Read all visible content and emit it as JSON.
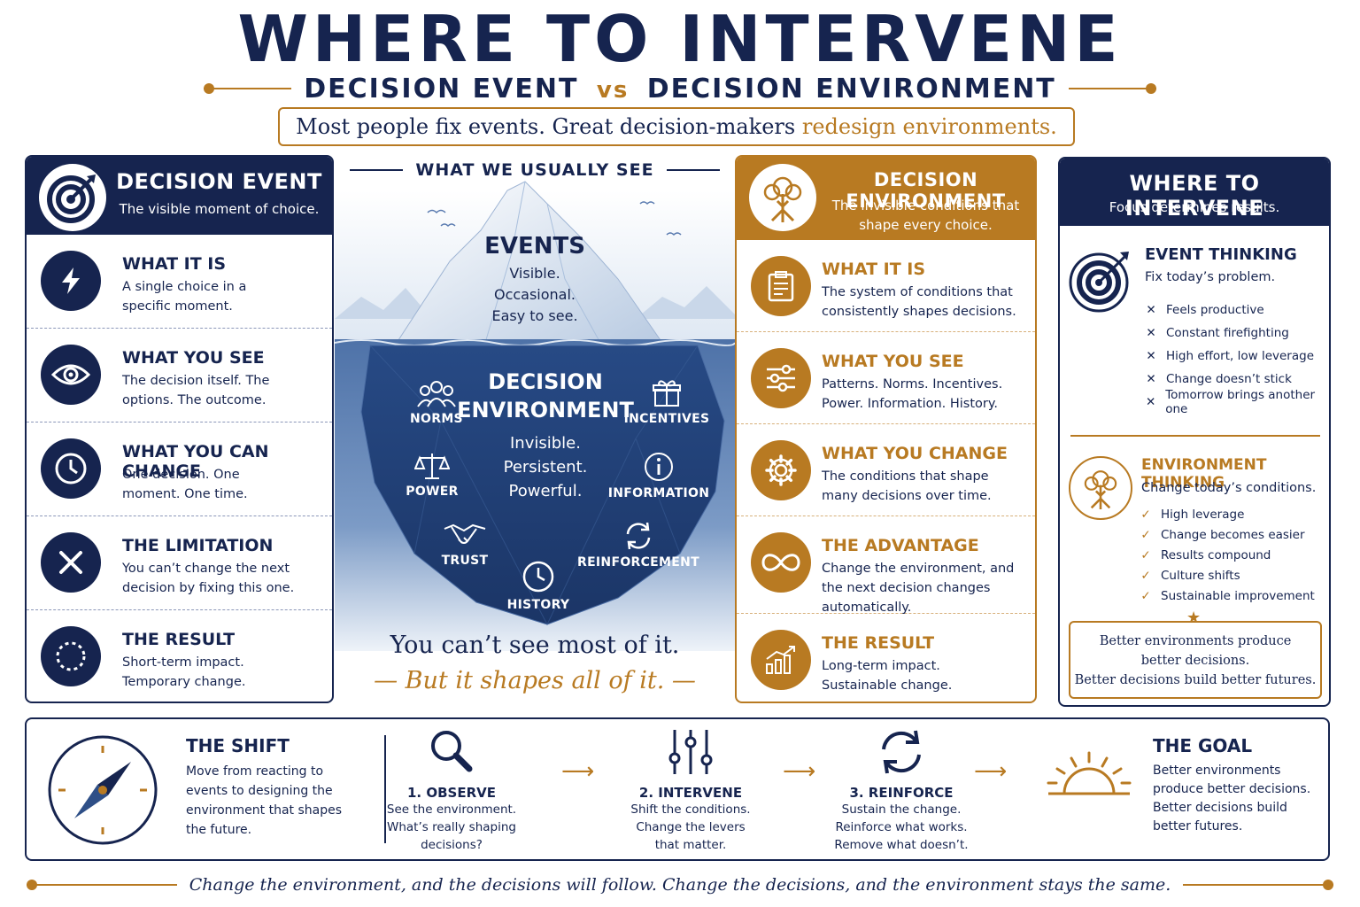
{
  "header": {
    "title": "WHERE TO INTERVENE",
    "subtitle_left": "DECISION EVENT",
    "subtitle_vs": "vs",
    "subtitle_right": "DECISION ENVIRONMENT",
    "tagline_main": "Most people fix events. Great decision-makers ",
    "tagline_accent": "redesign environments."
  },
  "colors": {
    "navy": "#16244f",
    "gold": "#b87a22",
    "deep_water": "#2e4f87"
  },
  "event_panel": {
    "icon": "target-icon",
    "title": "DECISION EVENT",
    "subtitle": "The visible moment of choice.",
    "rows": [
      {
        "icon": "lightning-icon",
        "title": "WHAT IT IS",
        "text": "A single choice in a specific moment."
      },
      {
        "icon": "eye-icon",
        "title": "WHAT YOU SEE",
        "text": "The decision itself. The options. The outcome."
      },
      {
        "icon": "clock-icon",
        "title": "WHAT YOU CAN CHANGE",
        "text": "One decision. One moment. One time."
      },
      {
        "icon": "x-icon",
        "title": "THE LIMITATION",
        "text": "You can’t change the next decision by fixing this one."
      },
      {
        "icon": "dotted-circle-icon",
        "title": "THE RESULT",
        "text": "Short-term impact. Temporary change."
      }
    ]
  },
  "iceberg": {
    "heading": "WHAT WE USUALLY SEE",
    "events_title": "EVENTS",
    "events_lines": [
      "Visible.",
      "Occasional.",
      "Easy to see."
    ],
    "env_title_1": "DECISION",
    "env_title_2": "ENVIRONMENT",
    "env_lines": [
      "Invisible.",
      "Persistent.",
      "Powerful."
    ],
    "levers": [
      {
        "icon": "people-icon",
        "label": "NORMS"
      },
      {
        "icon": "gift-icon",
        "label": "INCENTIVES"
      },
      {
        "icon": "scales-icon",
        "label": "POWER"
      },
      {
        "icon": "info-icon",
        "label": "INFORMATION"
      },
      {
        "icon": "handshake-icon",
        "label": "TRUST"
      },
      {
        "icon": "cycle-icon",
        "label": "REINFORCEMENT"
      },
      {
        "icon": "clock-icon",
        "label": "HISTORY"
      }
    ],
    "caption_1": "You can’t see most of it.",
    "caption_2": "— But it shapes all of it. —"
  },
  "env_panel": {
    "icon": "tree-icon",
    "title": "DECISION ENVIRONMENT",
    "subtitle": "The invisible conditions that shape every choice.",
    "rows": [
      {
        "icon": "clipboard-icon",
        "title": "WHAT IT IS",
        "text": "The system of conditions that consistently shapes decisions."
      },
      {
        "icon": "sliders-icon",
        "title": "WHAT YOU SEE",
        "text": "Patterns. Norms. Incentives. Power. Information. History."
      },
      {
        "icon": "gear-icon",
        "title": "WHAT YOU CHANGE",
        "text": "The conditions that shape many decisions over time."
      },
      {
        "icon": "infinity-icon",
        "title": "THE ADVANTAGE",
        "text": "Change the environment, and the next decision changes automatically."
      },
      {
        "icon": "growth-chart-icon",
        "title": "THE RESULT",
        "text": "Long-term impact. Sustainable change."
      }
    ]
  },
  "where_panel": {
    "title": "WHERE TO INTERVENE",
    "subtitle": "Focus determines results.",
    "event_thinking": {
      "icon": "target-icon",
      "title": "EVENT THINKING",
      "subtitle": "Fix today’s problem.",
      "items": [
        "Feels productive",
        "Constant firefighting",
        "High effort, low leverage",
        "Change doesn’t stick",
        "Tomorrow brings another one"
      ]
    },
    "env_thinking": {
      "icon": "tree-icon",
      "title": "ENVIRONMENT THINKING",
      "subtitle": "Change today’s conditions.",
      "items": [
        "High leverage",
        "Change becomes easier",
        "Results compound",
        "Culture shifts",
        "Sustainable improvement"
      ]
    },
    "quote": [
      "Better environments produce",
      "better decisions.",
      "Better decisions build better futures."
    ]
  },
  "shift": {
    "icon": "compass-icon",
    "title": "THE SHIFT",
    "text": "Move from reacting to events to designing the environment that shapes the future.",
    "steps": [
      {
        "icon": "magnifier-icon",
        "title": "1. OBSERVE",
        "lines": [
          "See the environment.",
          "What’s really shaping",
          "decisions?"
        ]
      },
      {
        "icon": "sliders-icon",
        "title": "2. INTERVENE",
        "lines": [
          "Shift the conditions.",
          "Change the levers",
          "that matter."
        ]
      },
      {
        "icon": "cycle-icon",
        "title": "3. REINFORCE",
        "lines": [
          "Sustain the change.",
          "Reinforce what works.",
          "Remove what doesn’t."
        ]
      }
    ],
    "goal_icon": "sunrise-icon",
    "goal_title": "THE GOAL",
    "goal_text": "Better environments produce better decisions. Better decisions build better futures."
  },
  "footer": "Change the environment, and the decisions will follow. Change the decisions, and the environment stays the same."
}
